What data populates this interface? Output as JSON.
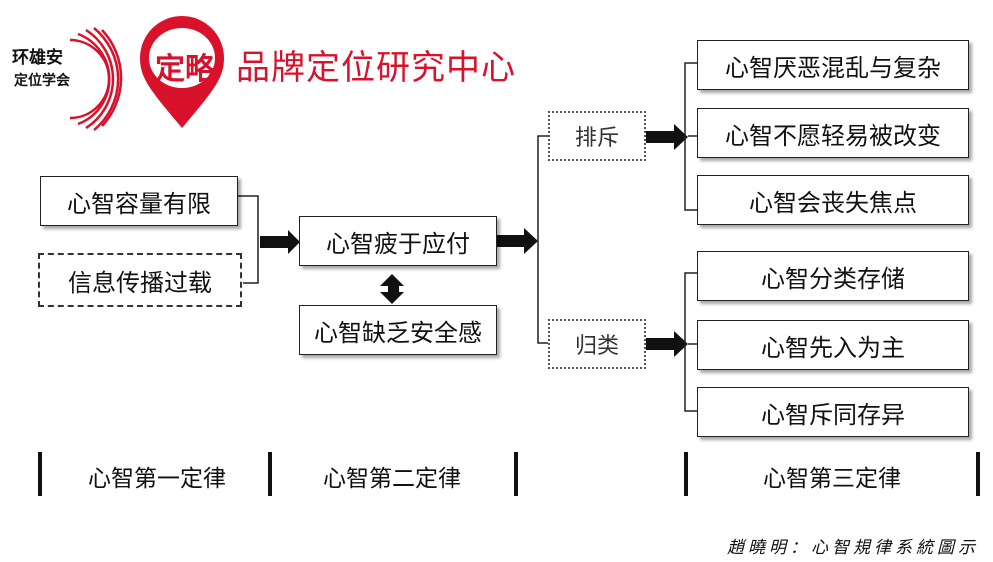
{
  "logo": {
    "society_name": "环雄安",
    "society_sub": "定位学会",
    "pin_text": "定略",
    "center_name": "品牌定位研究中心",
    "brand_color": "#d9122b"
  },
  "nodes": {
    "capacity_limited": "心智容量有限",
    "info_overload": "信息传播过载",
    "mind_tired": "心智疲于应付",
    "mind_insecure": "心智缺乏安全感",
    "reject": "排斥",
    "classify": "归类",
    "hate_confusion": "心智厌恶混乱与复杂",
    "unwilling_change": "心智不愿轻易被改变",
    "lose_focus": "心智会丧失焦点",
    "categorize_store": "心智分类存储",
    "first_impression": "心智先入为主",
    "seek_similar": "心智斥同存异"
  },
  "laws": {
    "first": "心智第一定律",
    "second": "心智第二定律",
    "third": "心智第三定律"
  },
  "signature": "趙曉明：心智規律系統圖示"
}
